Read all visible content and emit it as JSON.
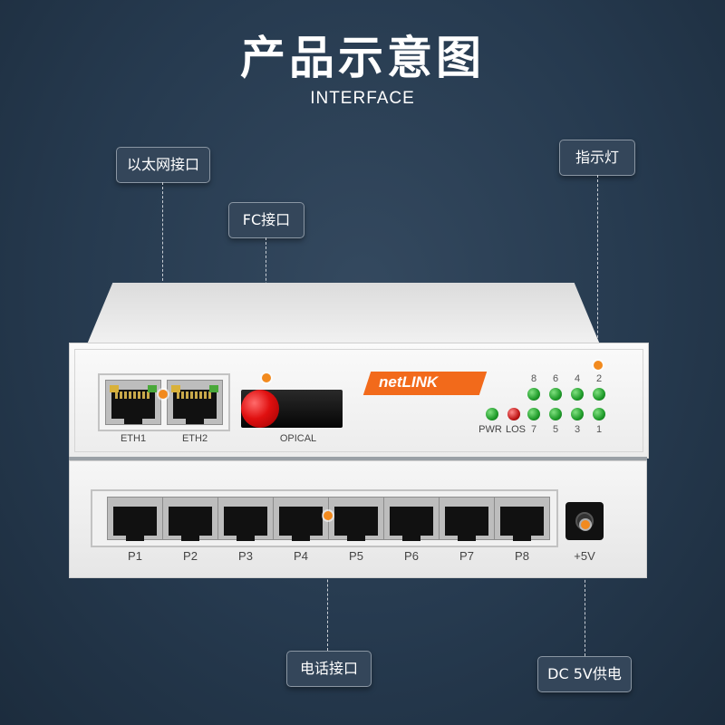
{
  "title": "产品示意图",
  "subtitle": "INTERFACE",
  "callouts": {
    "ethernet": "以太网接口",
    "fc": "FC接口",
    "indicator": "指示灯",
    "phone": "电话接口",
    "power": "DC 5V供电"
  },
  "device": {
    "brand": "netLINK",
    "eth_labels": [
      "ETH1",
      "ETH2"
    ],
    "optical_label": "OPICAL",
    "status_leds": [
      "PWR",
      "LOS"
    ],
    "led_top_numbers": [
      "8",
      "6",
      "4",
      "2"
    ],
    "led_bottom_numbers": [
      "7",
      "5",
      "3",
      "1"
    ],
    "phone_ports": [
      "P1",
      "P2",
      "P3",
      "P4",
      "P5",
      "P6",
      "P7",
      "P8"
    ],
    "power_label": "+5V"
  },
  "colors": {
    "accent": "#f28a1e",
    "background": "#263a4f",
    "brand": "#f26a1b"
  }
}
